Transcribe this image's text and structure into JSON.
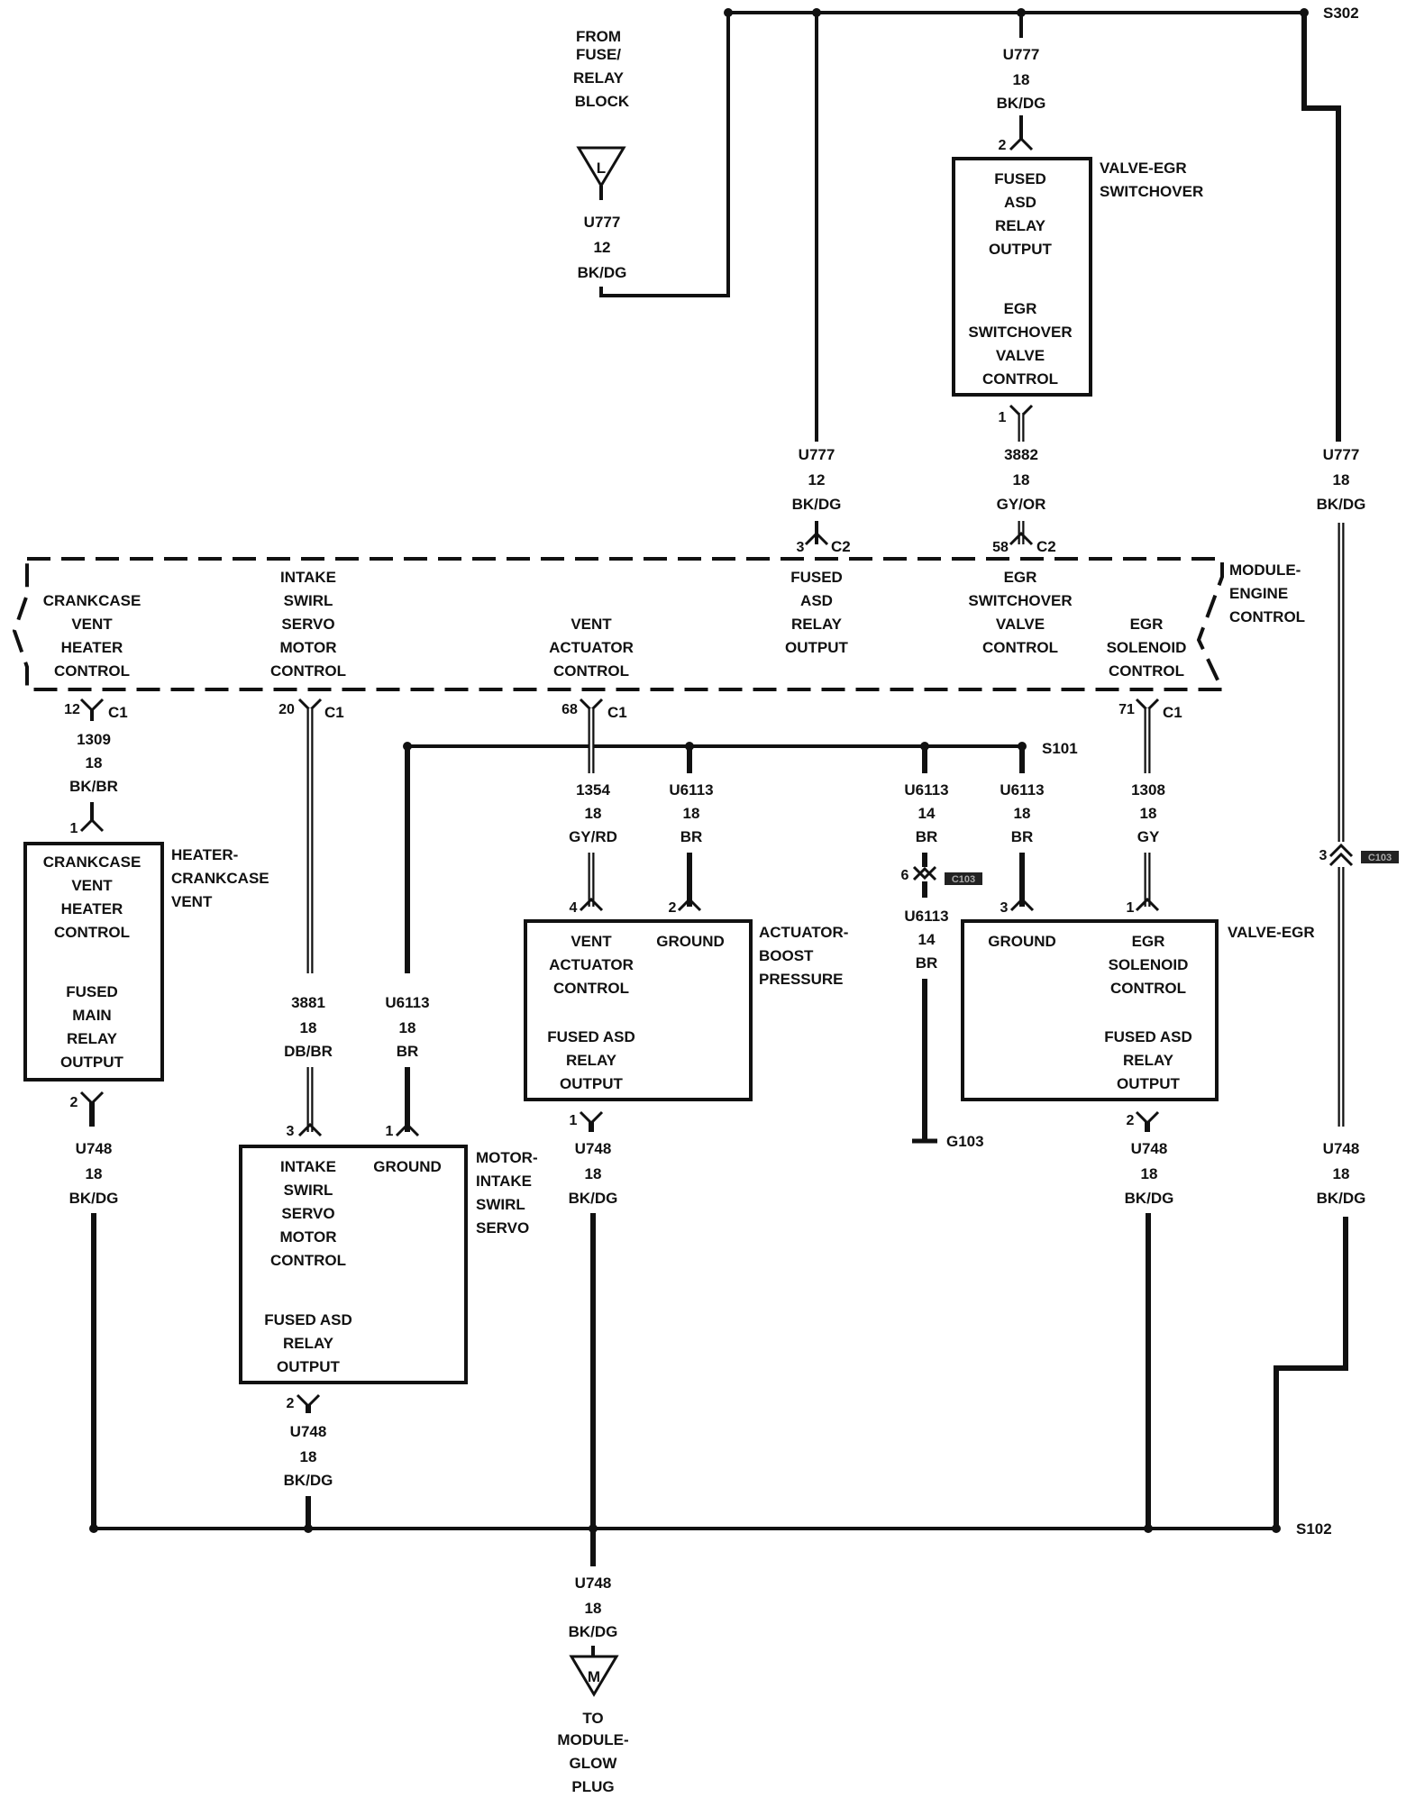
{
  "splices": {
    "s302": "S302",
    "s101": "S101",
    "s102": "S102",
    "g103": "G103"
  },
  "from_fuse_relay_block": {
    "line1": "FROM",
    "line2": "FUSE/",
    "line3": "RELAY",
    "line4": "BLOCK",
    "symbol": "L",
    "wire": "U777",
    "gauge": "12",
    "color": "BK/DG"
  },
  "valve_egr_switchover": {
    "title1": "VALVE-EGR",
    "title2": "SWITCHOVER",
    "top_wire": "U777",
    "top_gauge": "18",
    "top_color": "BK/DG",
    "pin_top": "2",
    "pin_bottom": "1",
    "lines": [
      "FUSED",
      "ASD",
      "RELAY",
      "OUTPUT",
      "EGR",
      "SWITCHOVER",
      "VALVE",
      "CONTROL"
    ],
    "bottom_wire": "3882",
    "bottom_gauge": "18",
    "bottom_color": "GY/OR"
  },
  "ecm_inputs": {
    "u777_wire": "U777",
    "u777_gauge": "12",
    "u777_color": "BK/DG",
    "pin3": "3",
    "c2_a": "C2",
    "pin58": "58",
    "c2_b": "C2",
    "right_wire": "U777",
    "right_gauge": "18",
    "right_color": "BK/DG"
  },
  "module_engine_control": {
    "title1": "MODULE-",
    "title2": "ENGINE",
    "title3": "CONTROL",
    "crankcase": [
      "CRANKCASE",
      "VENT",
      "HEATER",
      "CONTROL"
    ],
    "intake": [
      "INTAKE",
      "SWIRL",
      "SERVO",
      "MOTOR",
      "CONTROL"
    ],
    "vent": [
      "VENT",
      "ACTUATOR",
      "CONTROL"
    ],
    "fused": [
      "FUSED",
      "ASD",
      "RELAY",
      "OUTPUT"
    ],
    "egr_sw": [
      "EGR",
      "SWITCHOVER",
      "VALVE",
      "CONTROL"
    ],
    "egr_sol": [
      "EGR",
      "SOLENOID",
      "CONTROL"
    ]
  },
  "ecm_outputs": {
    "pin12": "12",
    "c1_a": "C1",
    "pin20": "20",
    "c1_b": "C1",
    "pin68": "68",
    "c1_c": "C1",
    "pin71": "71",
    "c1_d": "C1"
  },
  "wires_mid": {
    "w1309": [
      "1309",
      "18",
      "BK/BR"
    ],
    "w1354": [
      "1354",
      "18",
      "GY/RD"
    ],
    "w6113_a": [
      "U6113",
      "18",
      "BR"
    ],
    "w6113_b": [
      "U6113",
      "14",
      "BR"
    ],
    "w6113_c": [
      "U6113",
      "18",
      "BR"
    ],
    "w1308": [
      "1308",
      "18",
      "GY"
    ],
    "w6113_d": [
      "U6113",
      "14",
      "BR"
    ],
    "w3881": [
      "3881",
      "18",
      "DB/BR"
    ],
    "w6113_e": [
      "U6113",
      "18",
      "BR"
    ],
    "c103_pin6": "6",
    "c103_pin3": "3",
    "c103_label": "C103"
  },
  "heater_crankcase_vent": {
    "title1": "HEATER-",
    "title2": "CRANKCASE",
    "title3": "VENT",
    "pin_top": "1",
    "pin_bottom": "2",
    "lines": [
      "CRANKCASE",
      "VENT",
      "HEATER",
      "CONTROL",
      "FUSED",
      "MAIN",
      "RELAY",
      "OUTPUT"
    ]
  },
  "actuator_boost_pressure": {
    "title1": "ACTUATOR-",
    "title2": "BOOST",
    "title3": "PRESSURE",
    "pin4": "4",
    "pin2": "2",
    "pin1": "1",
    "left": [
      "VENT",
      "ACTUATOR",
      "CONTROL",
      "FUSED ASD",
      "RELAY",
      "OUTPUT"
    ],
    "ground": "GROUND"
  },
  "valve_egr": {
    "title": "VALVE-EGR",
    "pin3": "3",
    "pin1": "1",
    "pin2": "2",
    "ground": "GROUND",
    "right": [
      "EGR",
      "SOLENOID",
      "CONTROL",
      "FUSED ASD",
      "RELAY",
      "OUTPUT"
    ]
  },
  "motor_intake_swirl_servo": {
    "title1": "MOTOR-",
    "title2": "INTAKE",
    "title3": "SWIRL",
    "title4": "SERVO",
    "pin3": "3",
    "pin1": "1",
    "pin2": "2",
    "ground": "GROUND",
    "left": [
      "INTAKE",
      "SWIRL",
      "SERVO",
      "MOTOR",
      "CONTROL",
      "FUSED ASD",
      "RELAY",
      "OUTPUT"
    ]
  },
  "u748": {
    "wire": "U748",
    "gauge": "18",
    "color": "BK/DG"
  },
  "to_glow_plug": {
    "symbol": "M",
    "line1": "TO",
    "line2": "MODULE-",
    "line3": "GLOW",
    "line4": "PLUG"
  }
}
